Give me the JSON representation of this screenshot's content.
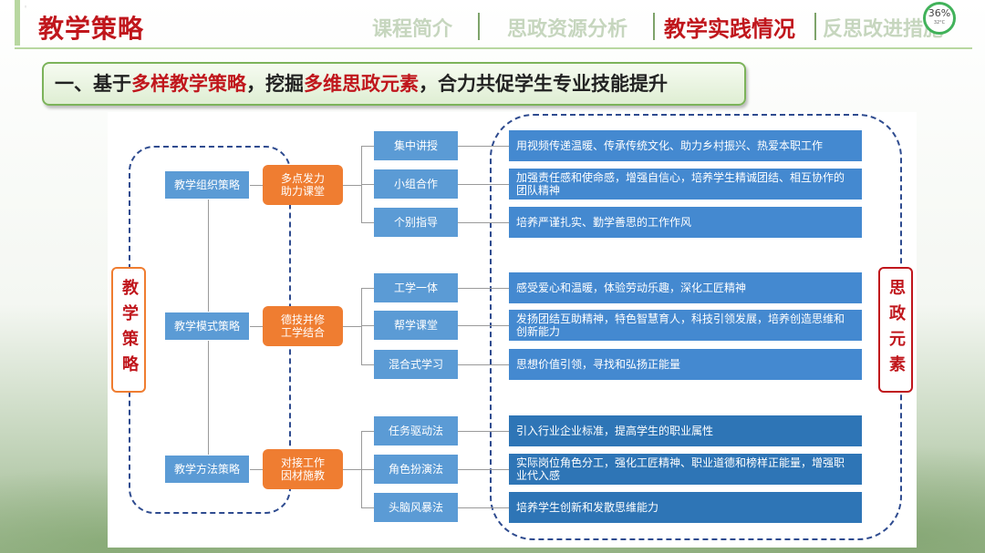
{
  "header": {
    "title": "教学策略",
    "nav": [
      {
        "label": "课程简介",
        "active": false
      },
      {
        "label": "思政资源分析",
        "active": false
      },
      {
        "label": "教学实践情况",
        "active": true
      },
      {
        "label": "反思改进措施",
        "active": false
      }
    ],
    "gauge": {
      "percent": "36%",
      "temp": "32°C"
    }
  },
  "banner": {
    "prefix": "一、基于",
    "highlight1": "多样教学策略",
    "middle": "，挖掘",
    "highlight2": "多维思政元素",
    "suffix": "，合力共促学生专业技能提升"
  },
  "diagram": {
    "left_label": "教学策略",
    "right_label": "思政元素",
    "groups": [
      {
        "strategy": "教学组织策略",
        "approach": "多点发力 助力课堂",
        "methods": [
          "集中讲授",
          "小组合作",
          "个别指导"
        ],
        "elements": [
          "用视频传递温暖、传承传统文化、助力乡村振兴、热爱本职工作",
          "加强责任感和使命感，增强自信心，培养学生精诚团结、相互协作的团队精神",
          "培养严谨扎实、勤学善思的工作作风"
        ]
      },
      {
        "strategy": "教学模式策略",
        "approach": "德技并修 工学结合",
        "methods": [
          "工学一体",
          "帮学课堂",
          "混合式学习"
        ],
        "elements": [
          "感受爱心和温暖，体验劳动乐趣，深化工匠精神",
          "发扬团结互助精神，特色智慧育人，科技引领发展，培养创造思维和创新能力",
          "思想价值引领，寻找和弘扬正能量"
        ]
      },
      {
        "strategy": "教学方法策略",
        "approach": "对接工作 因材施教",
        "methods": [
          "任务驱动法",
          "角色扮演法",
          "头脑风暴法"
        ],
        "elements": [
          "引入行业企业标准，提高学生的职业属性",
          "实际岗位角色分工，强化工匠精神、职业道德和榜样正能量，增强职业代入感",
          "培养学生创新和发散思维能力"
        ]
      }
    ]
  },
  "colors": {
    "accent_red": "#c0161c",
    "orange": "#ef7d31",
    "blue": "#5b9bd5",
    "dark_blue": "#2e75b6"
  }
}
